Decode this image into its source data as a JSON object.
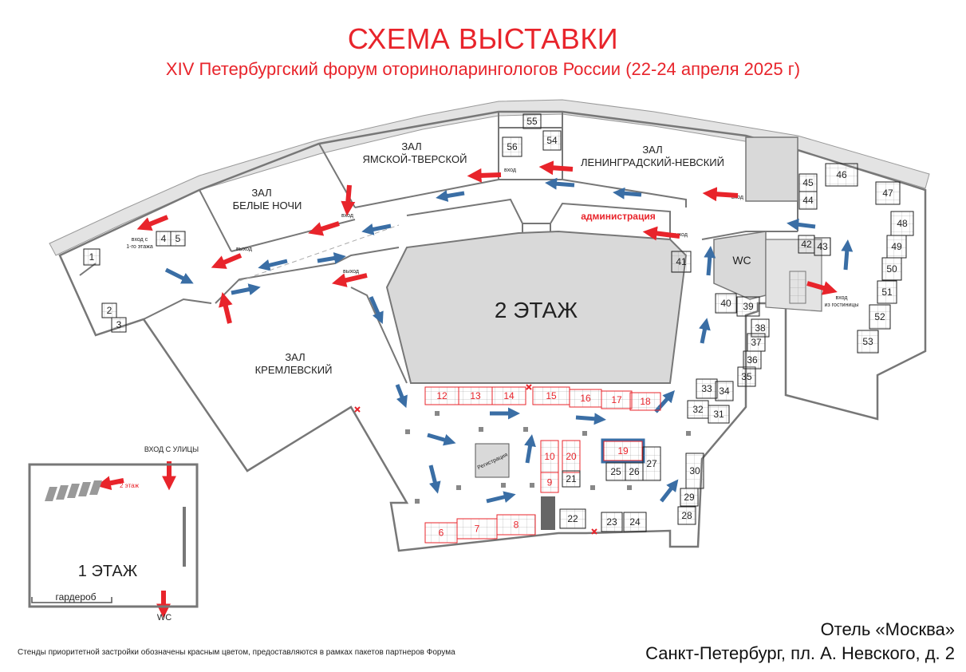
{
  "header": {
    "title": "СХЕМА ВЫСТАВКИ",
    "subtitle": "XIV  Петербургский форум оториноларингологов России (22-24 апреля 2025 г)"
  },
  "halls": {
    "belye_nochi": [
      "ЗАЛ",
      "БЕЛЫЕ НОЧИ"
    ],
    "yamskoy": [
      "ЗАЛ",
      "ЯМСКОЙ-ТВЕРСКОЙ"
    ],
    "leningradsky": [
      "ЗАЛ",
      "ЛЕНИНГРАДСКИЙ-НЕВСКИЙ"
    ],
    "kremlevsky": [
      "ЗАЛ",
      "КРЕМЛЕВСКИЙ"
    ]
  },
  "labels": {
    "floor2": "2 ЭТАЖ",
    "floor1": "1 ЭТАЖ",
    "administration": "администрация",
    "wc": "WC",
    "wc_floor1": "WC",
    "registration": "Регистрация",
    "entrance_from_first_floor": [
      "вход с",
      "1-го этажа"
    ],
    "entrance_from_hotel": [
      "вход",
      "из гостиницы"
    ],
    "entrance_from_street": "ВХОД С УЛИЦЫ",
    "wardrobe": "гардероб",
    "to_floor2": "2 этаж",
    "entrance": "вход",
    "exit": "выход"
  },
  "stands": {
    "priority": [
      "6",
      "7",
      "8",
      "9",
      "10",
      "12",
      "13",
      "14",
      "15",
      "16",
      "17",
      "18",
      "19",
      "20"
    ],
    "regular": [
      "1",
      "2",
      "3",
      "4",
      "5",
      "21",
      "22",
      "23",
      "24",
      "25",
      "26",
      "27",
      "28",
      "29",
      "30",
      "31",
      "32",
      "33",
      "34",
      "35",
      "36",
      "37",
      "38",
      "39",
      "40",
      "41",
      "42",
      "43",
      "44",
      "45",
      "46",
      "47",
      "48",
      "49",
      "50",
      "51",
      "52",
      "53",
      "54",
      "55",
      "56"
    ],
    "highlighted": "19"
  },
  "footer": {
    "note": "Стенды приоритетной застройки обозначены красным цветом, предоставляются в рамках пакетов партнеров Форума",
    "venue_name": "Отель «Москва»",
    "venue_address": "Санкт-Петербург, пл. А. Невского, д. 2"
  },
  "colors": {
    "accent_red": "#e8242b",
    "arrow_blue": "#3a6ea5",
    "wall_gray": "#777777",
    "fill_gray": "#d9d9d9"
  }
}
